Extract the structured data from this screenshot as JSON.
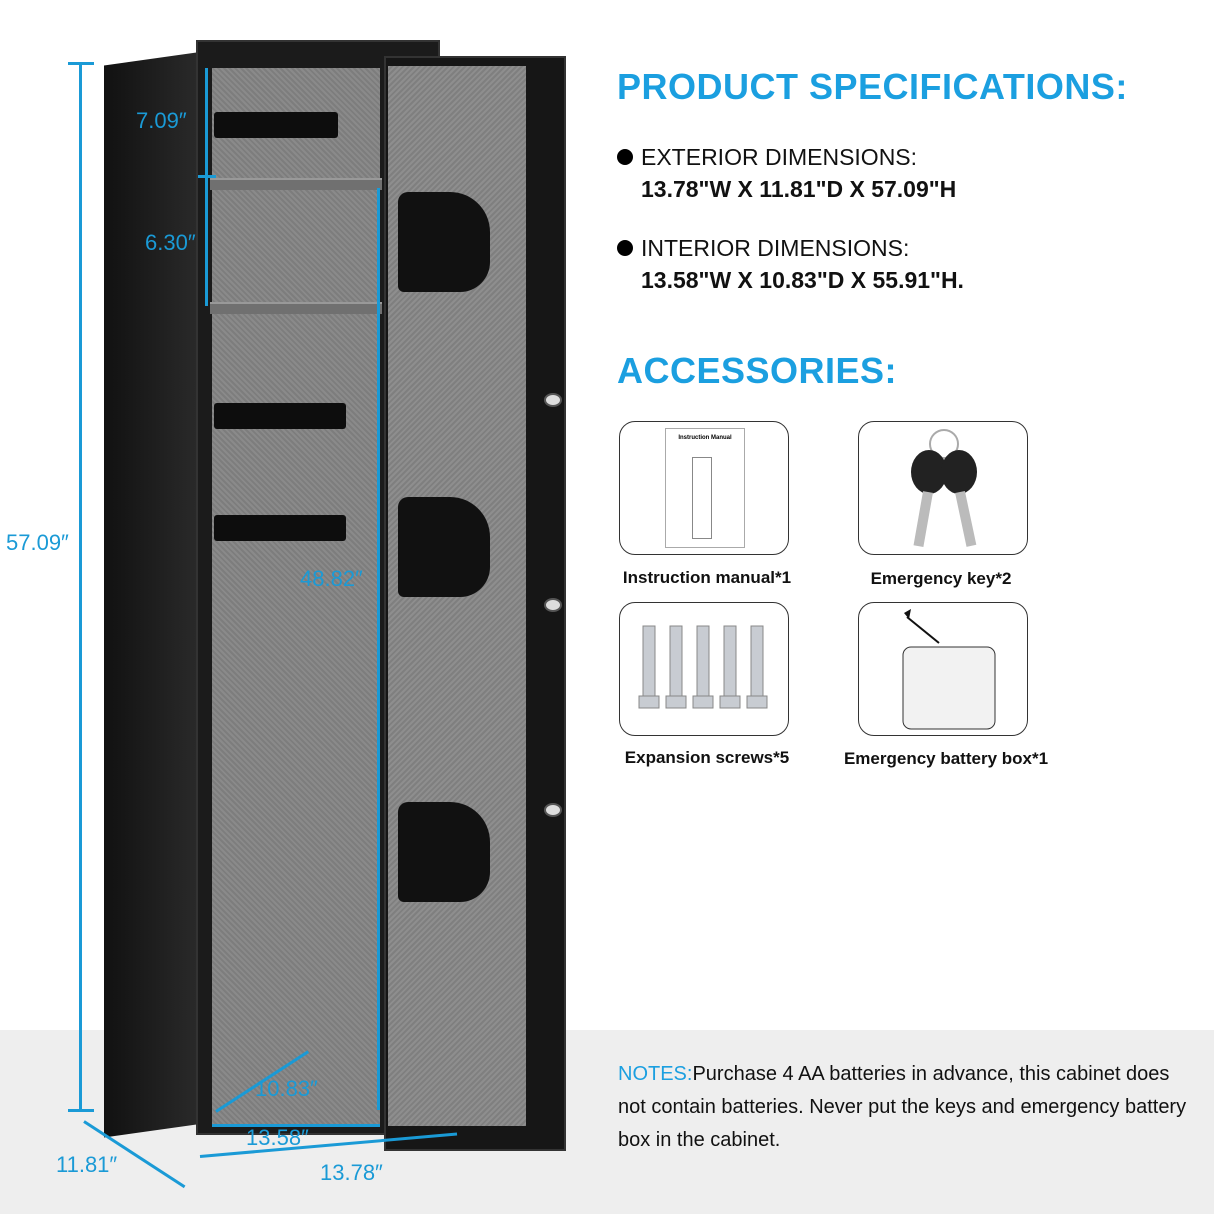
{
  "colors": {
    "accent": "#1b9fe0",
    "dimension_line": "#1a9ad6",
    "band": "#eeeeee"
  },
  "dimensions": {
    "height_total": "57.09″",
    "top_compartment": "7.09″",
    "second_compartment": "6.30″",
    "interior_height": "48.82″",
    "interior_depth": "10.83″",
    "interior_width": "13.58″",
    "exterior_depth": "11.81″",
    "exterior_width": "13.78″"
  },
  "specs": {
    "title": "PRODUCT SPECIFICATIONS:",
    "items": [
      {
        "label": "EXTERIOR DIMENSIONS:",
        "value": "13.78\"W X 11.81\"D X 57.09\"H"
      },
      {
        "label": "INTERIOR DIMENSIONS:",
        "value": "13.58\"W X 10.83\"D X 55.91\"H."
      }
    ]
  },
  "accessories": {
    "title": "ACCESSORIES:",
    "items": [
      {
        "label": "Instruction manual*1",
        "icon": "manual-icon",
        "picture_text": "Instruction Manual"
      },
      {
        "label": "Emergency key*2",
        "icon": "key-icon"
      },
      {
        "label": "Expansion screws*5",
        "icon": "screw-icon"
      },
      {
        "label": "Emergency battery box*1",
        "icon": "battery-box-icon"
      }
    ]
  },
  "notes": {
    "label": "NOTES:",
    "text": "Purchase 4 AA batteries in advance, this cabinet does not contain batteries. Never put the keys and emergency battery box in the cabinet."
  }
}
